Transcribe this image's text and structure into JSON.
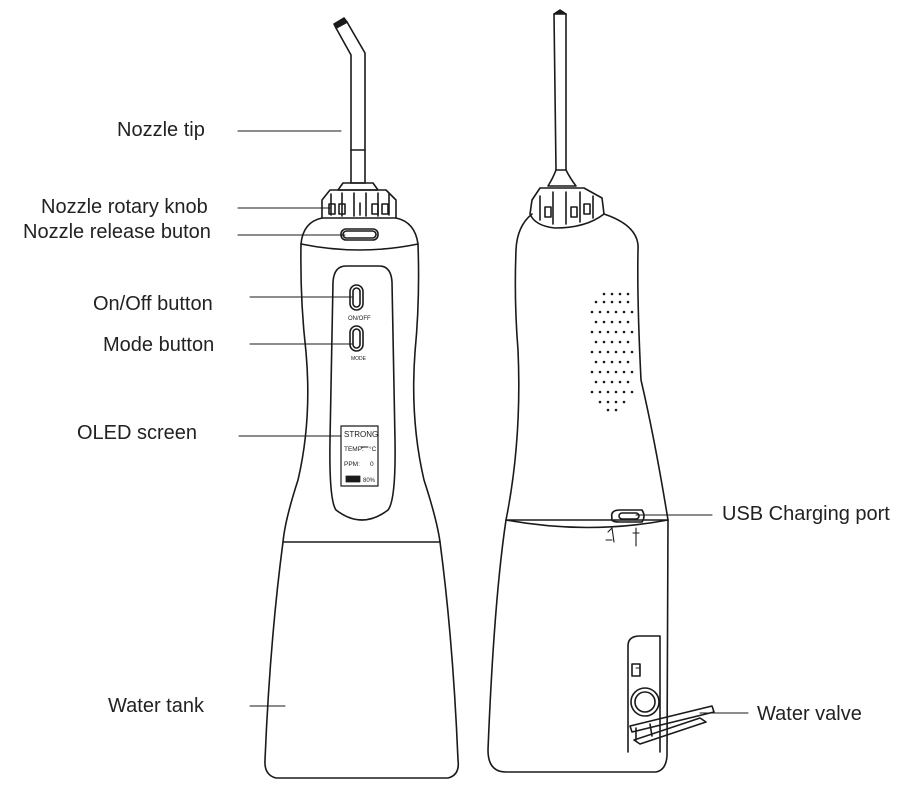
{
  "labels": {
    "nozzle_tip": "Nozzle tip",
    "nozzle_rotary_knob": "Nozzle rotary knob",
    "nozzle_release_button": "Nozzle release buton",
    "on_off_button": "On/Off button",
    "mode_button": "Mode button",
    "oled_screen": "OLED screen",
    "water_tank": "Water tank",
    "usb_charging_port": "USB Charging port",
    "water_valve": "Water valve"
  },
  "device_text": {
    "on_off": "ON/OFF",
    "mode": "MODE",
    "oled_mode": "STRONG",
    "oled_temp": "TEMP:",
    "oled_temp_unit": "°C",
    "oled_ppm": "PPM:",
    "oled_ppm_value": "0",
    "oled_battery": "80%"
  },
  "colors": {
    "line": "#1a1a1a",
    "label_text": "#222222",
    "background": "#ffffff"
  }
}
